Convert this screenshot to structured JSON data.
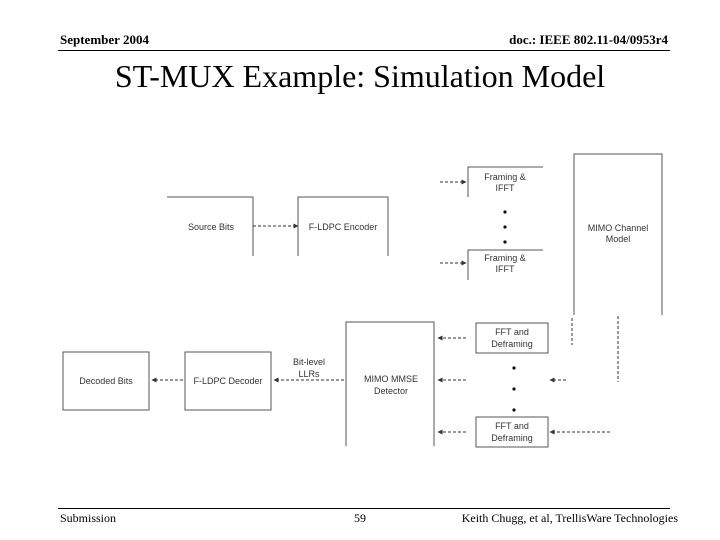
{
  "header": {
    "date": "September 2004",
    "doc": "doc.: IEEE 802.11-04/0953r4"
  },
  "title": "ST-MUX Example: Simulation Model",
  "diagram": {
    "tx": {
      "source_bits": "Source Bits",
      "encoder": "F-LDPC Encoder",
      "framing_line1": "Framing &",
      "framing_line2": "IFFT",
      "channel_line1": "MIMO Channel",
      "channel_line2": "Model"
    },
    "rx": {
      "fft_line1": "FFT and",
      "fft_line2": "Deframing",
      "detector_line1": "MIMO MMSE",
      "detector_line2": "Detector",
      "llr_line1": "Bit-level",
      "llr_line2": "LLRs",
      "decoder": "F-LDPC Decoder",
      "decoded_bits": "Decoded Bits"
    }
  },
  "footer": {
    "left": "Submission",
    "page": "59",
    "right": "Keith Chugg, et al, TrellisWare Technologies"
  }
}
